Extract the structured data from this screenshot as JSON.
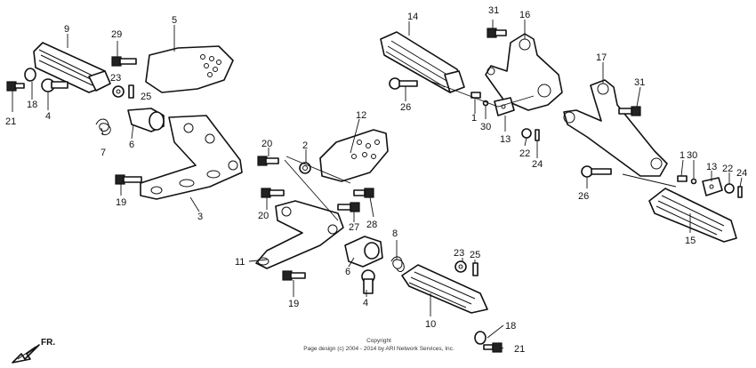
{
  "labels": [
    "1",
    "2",
    "3",
    "4",
    "5",
    "6",
    "7",
    "8",
    "9",
    "10",
    "11",
    "12",
    "13",
    "14",
    "15",
    "16",
    "17",
    "18",
    "19",
    "20",
    "21",
    "22",
    "23",
    "24",
    "25",
    "26",
    "27",
    "28",
    "29",
    "30",
    "31"
  ],
  "direction_label": "FR.",
  "copyright": {
    "line1": "Copyright",
    "line2": "Page design (c) 2004 - 2014 by ARI Network Services, Inc."
  }
}
